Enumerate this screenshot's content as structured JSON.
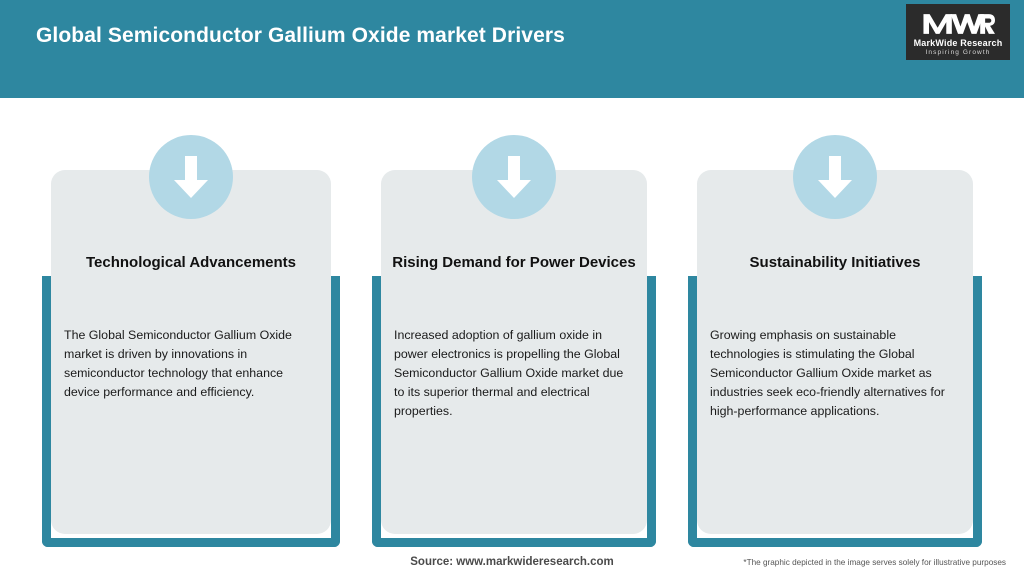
{
  "header": {
    "title": "Global Semiconductor Gallium Oxide market Drivers",
    "background_color": "#2e87a0",
    "title_color": "#ffffff"
  },
  "logo": {
    "mark": "MWR",
    "name": "MarkWide Research",
    "tagline": "Inspiring Growth"
  },
  "theme": {
    "accent_teal": "#2e87a0",
    "badge_blue": "#b2d8e6",
    "card_grey": "#e6eaeb",
    "page_background": "#ffffff"
  },
  "cards": [
    {
      "icon": "down-arrow-icon",
      "title": "Technological Advancements",
      "body": "The Global Semiconductor Gallium Oxide market is driven by innovations in semiconductor technology that enhance device performance and efficiency."
    },
    {
      "icon": "down-arrow-icon",
      "title": "Rising Demand for Power Devices",
      "body": "Increased adoption of gallium oxide in power electronics is propelling the Global Semiconductor Gallium Oxide market due to its superior thermal and electrical properties."
    },
    {
      "icon": "down-arrow-icon",
      "title": "Sustainability Initiatives",
      "body": "Growing emphasis on sustainable technologies is stimulating the Global Semiconductor Gallium Oxide market as industries seek eco-friendly alternatives for high-performance applications."
    }
  ],
  "footer": {
    "source": "Source: www.markwideresearch.com",
    "disclaimer": "*The graphic depicted in the image serves solely for illustrative purposes"
  }
}
